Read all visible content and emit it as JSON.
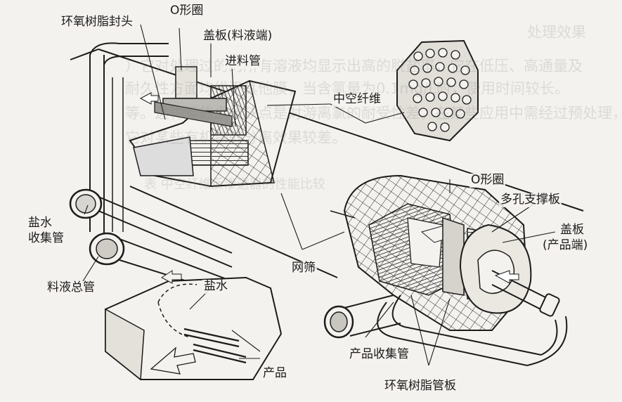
{
  "background_text": {
    "heading": "处理效果",
    "line1": "）它对处理过的的所有溶液均显示出高的脱盐率，它在低压、高通量及",
    "line2": "耐久性方面均优于其他膜，当含氯量为0.1mg/L时，使用时间较长。",
    "line3": "等。这种膜的主要缺点是对游离氯的耐受性差，在某些应用中需经过预处理，",
    "line4": "它对某些有机物的分离效果较差。",
    "table_caption": "表 中空纤维反渗透器的性能比较"
  },
  "labels": {
    "epoxy_seal": "环氧树脂封头",
    "o_ring_top": "O形圈",
    "cover_feed": "盖板(料液端)",
    "feed_pipe": "进料管",
    "hollow_fiber": "中空纤维",
    "o_ring_right": "O形圈",
    "porous_plate": "多孔支撑板",
    "cover_product_1": "盖板",
    "cover_product_2": "(产品端)",
    "brine_collector_1": "盐水",
    "brine_collector_2": "收集管",
    "feed_header": "料液总管",
    "mesh": "网筛",
    "brine": "盐水",
    "product": "产品",
    "product_collector": "产品收集管",
    "epoxy_tube_sheet": "环氧树脂管板"
  },
  "colors": {
    "ink": "#1c1c1c",
    "paper": "#f4f2ee",
    "mid_gray": "#8c8c8c",
    "dark_gray": "#3a3a3a"
  }
}
